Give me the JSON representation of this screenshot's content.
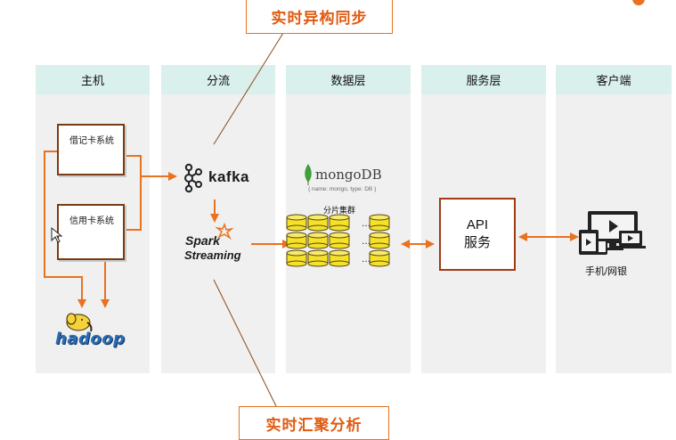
{
  "columns": [
    {
      "id": "host",
      "label": "主机"
    },
    {
      "id": "split",
      "label": "分流"
    },
    {
      "id": "data",
      "label": "数据层"
    },
    {
      "id": "service",
      "label": "服务层"
    },
    {
      "id": "client",
      "label": "客户端"
    }
  ],
  "callouts": {
    "top": "实时异构同步",
    "bottom": "实时汇聚分析"
  },
  "systems": {
    "debit": "借记卡系统",
    "credit": "信用卡系统"
  },
  "logos": {
    "kafka": "kafka",
    "spark": "Spark",
    "streaming": "Streaming",
    "mongodb": "mongoDB",
    "mongodb_sub": "{ name: mongo, type: DB }",
    "hadoop": "hadoop"
  },
  "data_layer": {
    "shard_label": "分片集群",
    "dots": "…"
  },
  "service": {
    "line1": "API",
    "line2": "服务"
  },
  "client": {
    "label": "手机/网银"
  },
  "colors": {
    "accent": "#e8721f",
    "header": "#d9f0ec",
    "column_bg": "#f0f0f0",
    "shard_fill": "#f5e12a"
  }
}
